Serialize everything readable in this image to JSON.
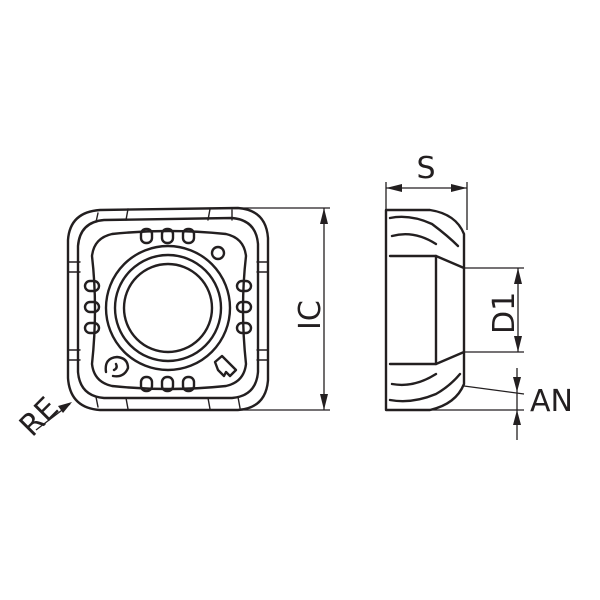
{
  "labels": {
    "re": "RE",
    "ic": "IC",
    "s": "S",
    "d1": "D1",
    "an": "AN"
  },
  "colors": {
    "line": "#231f20",
    "background": "#ffffff"
  }
}
